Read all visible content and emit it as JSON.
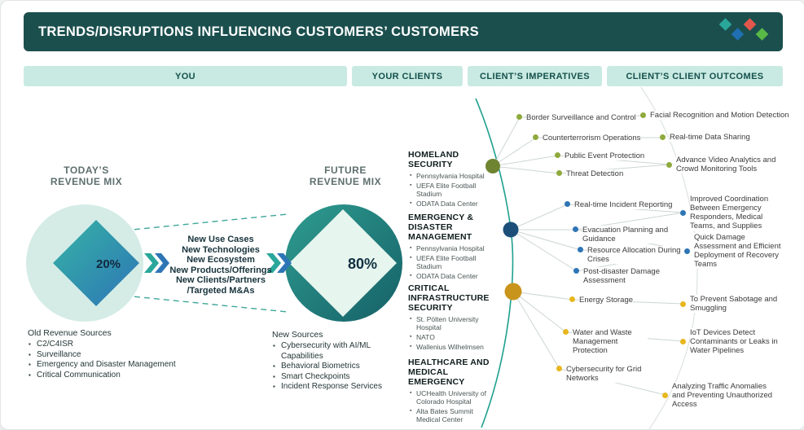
{
  "header": {
    "title": "TRENDS/DISRUPTIONS INFLUENCING CUSTOMERS’ CUSTOMERS"
  },
  "columns": {
    "you": "YOU",
    "your_clients": "YOUR CLIENTS",
    "client_imperatives": "CLIENT’S IMPERATIVES",
    "client_client_outcomes": "CLIENT’S CLIENT OUTCOMES"
  },
  "revenue": {
    "today_title": "TODAY’S\nREVENUE MIX",
    "future_title": "FUTURE\nREVENUE MIX",
    "today_pct": "20%",
    "future_pct": "80%",
    "transition_lines": [
      "New Use Cases",
      "New Technologies",
      "New Ecosystem",
      "New Products/Offerings",
      "New Clients/Partners",
      "/Targeted M&As"
    ],
    "old_sources": {
      "title": "Old Revenue Sources",
      "items": [
        "C2/C4ISR",
        "Surveillance",
        "Emergency and Disaster Management",
        "Critical Communication"
      ]
    },
    "new_sources": {
      "title": "New Sources",
      "items": [
        "Cybersecurity with AI/ML Capabilities",
        "Behavioral Biometrics",
        "Smart Checkpoints",
        "Incident Response Services"
      ]
    }
  },
  "client_groups": [
    {
      "title": "HOMELAND SECURITY",
      "items": [
        "Pennsylvania Hospital",
        "UEFA Elite Football Stadium",
        "ODATA Data Center"
      ]
    },
    {
      "title": "EMERGENCY & DISASTER MANAGEMENT",
      "items": [
        "Pennsylvania Hospital",
        "UEFA Elite Football Stadium",
        "ODATA Data Center"
      ]
    },
    {
      "title": "CRITICAL INFRASTRUCTURE SECURITY",
      "items": [
        "St. Pölten University Hospital",
        "NATO",
        "Wallenius Wilhelmsen"
      ]
    },
    {
      "title": "HEALTHCARE AND MEDICAL EMERGENCY",
      "items": [
        "UCHealth University of Colorado Hospital",
        "Alta Bates Summit Medical Center"
      ]
    }
  ],
  "imperatives": {
    "items": [
      {
        "label": "Border Surveillance and Control",
        "group": "homeland-security"
      },
      {
        "label": "Counterterrorism Operations",
        "group": "homeland-security"
      },
      {
        "label": "Public Event Protection",
        "group": "homeland-security"
      },
      {
        "label": "Threat Detection",
        "group": "homeland-security"
      },
      {
        "label": "Real-time Incident Reporting",
        "group": "emergency-disaster"
      },
      {
        "label": "Evacuation Planning and Guidance",
        "group": "emergency-disaster"
      },
      {
        "label": "Resource Allocation During Crises",
        "group": "emergency-disaster"
      },
      {
        "label": "Post-disaster Damage Assessment",
        "group": "emergency-disaster"
      },
      {
        "label": "Energy Storage",
        "group": "critical-infrastructure"
      },
      {
        "label": "Water and Waste Management Protection",
        "group": "critical-infrastructure"
      },
      {
        "label": "Cybersecurity for Grid Networks",
        "group": "critical-infrastructure"
      }
    ]
  },
  "outcomes": {
    "items": [
      {
        "label": "Facial Recognition and Motion Detection",
        "group": "homeland-security"
      },
      {
        "label": "Real-time Data Sharing",
        "group": "homeland-security"
      },
      {
        "label": "Advance Video Analytics and Crowd Monitoring Tools",
        "group": "homeland-security"
      },
      {
        "label": "Improved Coordination Between Emergency Responders, Medical Teams, and Supplies",
        "group": "emergency-disaster"
      },
      {
        "label": "Quick Damage Assessment and Efficient Deployment of Recovery Teams",
        "group": "emergency-disaster"
      },
      {
        "label": "To Prevent Sabotage and Smuggling",
        "group": "critical-infrastructure"
      },
      {
        "label": "IoT Devices Detect Contaminants or Leaks in Water Pipelines",
        "group": "critical-infrastructure"
      },
      {
        "label": "Analyzing Traffic Anomalies and Preventing Unauthorized Access",
        "group": "critical-infrastructure"
      }
    ]
  },
  "colors": {
    "header_bg": "#1b4f4e",
    "band_bg": "#c9eae2",
    "accent_teal": "#2a9d8f",
    "homeland_dot": "#8faa3c",
    "homeland_node": "#6f8431",
    "emergency_dot": "#2e75b6",
    "emergency_node": "#1d4e79",
    "infrastructure_dot": "#e8b71e",
    "infrastructure_node": "#c9941c",
    "logo_diamonds": [
      "#2aa79b",
      "#1f6fb2",
      "#e2574c",
      "#58b947"
    ]
  }
}
